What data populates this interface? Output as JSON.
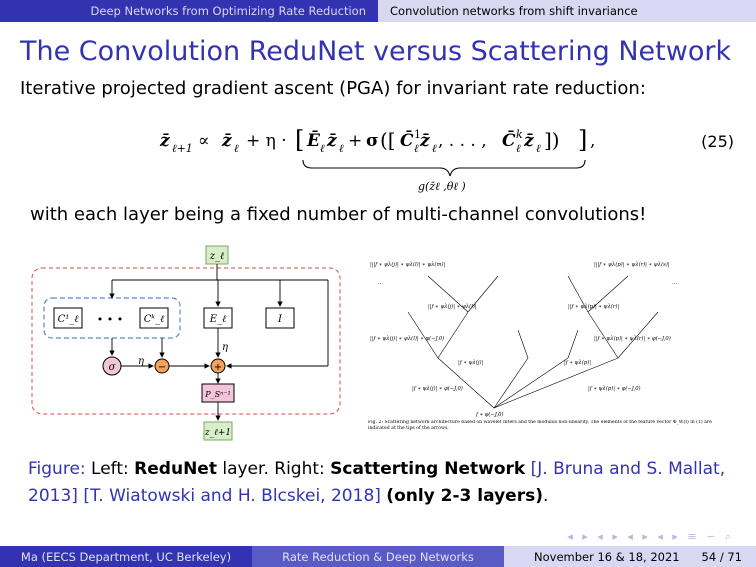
{
  "header": {
    "section_left": "Deep Networks from Optimizing Rate Reduction",
    "section_right": "Convolution networks from shift invariance"
  },
  "frame": {
    "title": "The Convolution ReduNet versus Scattering Network",
    "subtitle": "Iterative projected gradient ascent (PGA) for invariant rate reduction:",
    "equation_number": "(25)",
    "after_equation": "with each layer being a fixed number of multi-channel convolutions!"
  },
  "diagram_left": {
    "node_top": "z_ℓ",
    "node_ck1": "C¹_ℓ",
    "node_dots": "• • •",
    "node_ckk": "Cᵏ_ℓ",
    "node_e": "E_ℓ",
    "node_i": "I",
    "node_sigma": "σ",
    "node_eta_left": "η",
    "node_eta_right": "η",
    "node_proj": "P_Sⁿ⁻¹",
    "node_bottom": "z_ℓ+1"
  },
  "diagram_right": {
    "fig_caption": "Fig. 2: Scattering network architecture based on wavelet filters and the modulus non-linearity. The elements of the feature vector Φ_W(f) in (1) are indicated at the tips of the arrows."
  },
  "caption": {
    "figure_label": "Figure:",
    "left": "Left:",
    "redunet": "ReduNet",
    "layer": "layer.",
    "right": "Right:",
    "scattering": "Scatterting Network",
    "ref1": "[J. Bruna and S. Mallat, 2013]",
    "ref2": "[T. Wiatowski and H. Blcskei, 2018]",
    "only": "(only 2-3 layers)",
    "period": "."
  },
  "nav_symbols": "◂ ▸ ◂ ▸ ◂ ▸ ◂ ▸ ≡ ∽ ⌕",
  "footer": {
    "author": "Ma  (EECS Department, UC Berkeley)",
    "short_title": "Rate Reduction & Deep Networks",
    "date": "November 16 & 18, 2021",
    "page": "54 / 71"
  },
  "colors": {
    "beamer_blue": "#3333b2",
    "beamer_light": "#d8d8f2",
    "diagram_red_dashed": "#d84848",
    "diagram_blue_dashed": "#5a8ad8",
    "orange_node": "#f2a25c",
    "pink_node": "#f2c6d8"
  }
}
